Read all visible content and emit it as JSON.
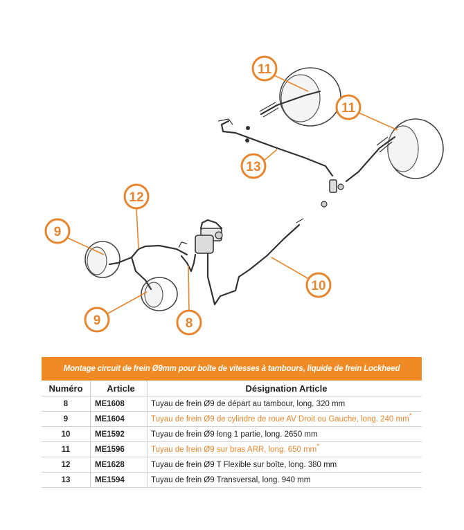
{
  "callouts": [
    "11",
    "11",
    "12",
    "13",
    "9",
    "9",
    "8",
    "10"
  ],
  "table": {
    "title": "Montage circuit de frein Ø9mm pour boîte de vitesses à tambours, liquide de frein Lockheed",
    "headers": {
      "numero": "Numéro",
      "article": "Article",
      "designation": "Désignation Article"
    },
    "rows": [
      {
        "numero": "8",
        "article": "ME1608",
        "designation": "Tuyau de frein Ø9 de départ au tambour, long. 320 mm",
        "highlight": false,
        "star": ""
      },
      {
        "numero": "9",
        "article": "ME1604",
        "designation": "Tuyau de frein Ø9 de cylindre de roue AV Droit ou Gauche, long. 240 mm",
        "highlight": true,
        "star": "*"
      },
      {
        "numero": "10",
        "article": "ME1592",
        "designation": "Tuyau de frein Ø9 long 1 partie, long. 2650 mm",
        "highlight": false,
        "star": ""
      },
      {
        "numero": "11",
        "article": "ME1596",
        "designation": "Tuyau de frein Ø9 sur bras ARR, long. 650 mm",
        "highlight": true,
        "star": "*"
      },
      {
        "numero": "12",
        "article": "ME1628",
        "designation": "Tuyau de frein Ø9 T Flexible sur boîte, long. 380 mm",
        "highlight": false,
        "star": ""
      },
      {
        "numero": "13",
        "article": "ME1594",
        "designation": "Tuyau de frein Ø9 Transversal, long. 940 mm",
        "highlight": false,
        "star": ""
      }
    ]
  },
  "colors": {
    "accent": "#e8852c",
    "header_bg": "#f08a24"
  }
}
